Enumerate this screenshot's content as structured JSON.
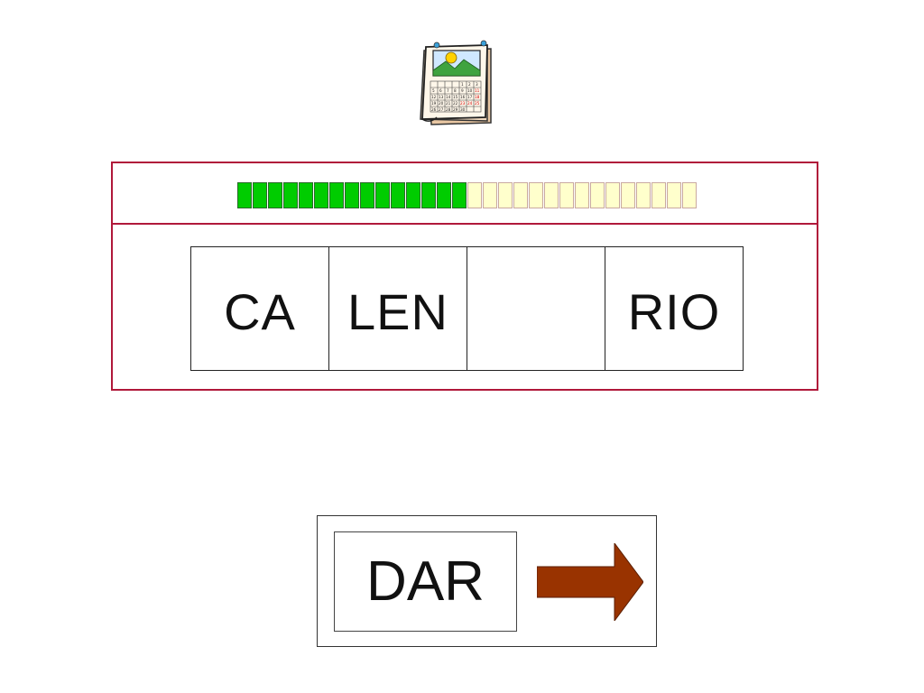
{
  "icon": {
    "name": "calendar-icon"
  },
  "progress": {
    "filled_color": "#00cc00",
    "empty_color": "#ffffcc",
    "segments": [
      1,
      1,
      1,
      1,
      1,
      1,
      1,
      1,
      1,
      1,
      1,
      1,
      1,
      1,
      1,
      0,
      0,
      0,
      0,
      0,
      0,
      0,
      0,
      0,
      0,
      0,
      0,
      0,
      0,
      0
    ]
  },
  "word": {
    "syllables": [
      "CA",
      "LEN",
      "",
      "RIO"
    ]
  },
  "answer": {
    "option_text": "DAR",
    "arrow_color": "#993300"
  },
  "colors": {
    "panel_border": "#b0183a"
  }
}
